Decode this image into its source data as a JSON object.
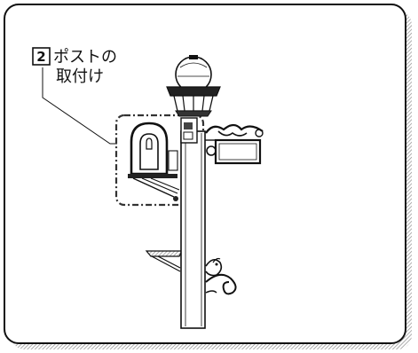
{
  "callout": {
    "step_number": "2",
    "line1": "ポストの",
    "line2": "取付け"
  },
  "colors": {
    "ink": "#111111",
    "frame_shadow": "#9a9a9a",
    "background": "#ffffff"
  }
}
